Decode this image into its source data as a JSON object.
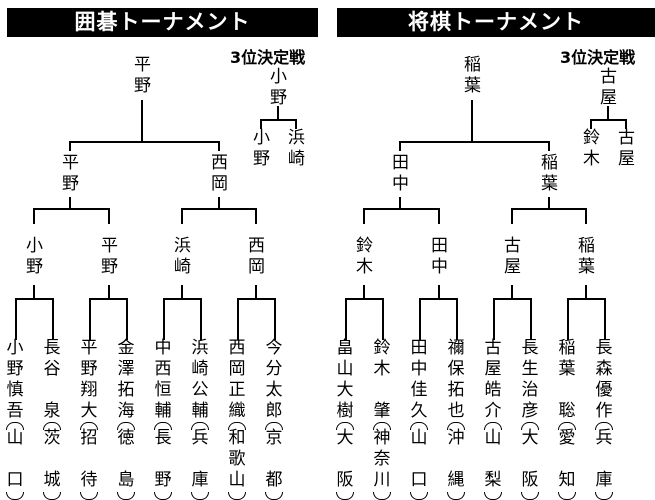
{
  "go": {
    "title": "囲碁トーナメント",
    "third_label": "3位決定戦",
    "champion": "平野",
    "third_winner": "小野",
    "third_players": [
      "小野",
      "浜崎"
    ],
    "semis": [
      "平野",
      "西岡"
    ],
    "quarters": [
      "小野",
      "平野",
      "浜崎",
      "西岡"
    ],
    "players": [
      {
        "name": "小野慎吾",
        "pref": [
          "山",
          "",
          "口"
        ]
      },
      {
        "name": "長谷　泉",
        "pref": [
          "茨",
          "",
          "城"
        ]
      },
      {
        "name": "平野翔大",
        "pref": [
          "招",
          "",
          "待"
        ]
      },
      {
        "name": "金澤拓海",
        "pref": [
          "徳",
          "",
          "島"
        ]
      },
      {
        "name": "中西恒輔",
        "pref": [
          "長",
          "",
          "野"
        ]
      },
      {
        "name": "浜崎公輔",
        "pref": [
          "兵",
          "",
          "庫"
        ]
      },
      {
        "name": "西岡正織",
        "pref": [
          "和",
          "歌",
          "山"
        ]
      },
      {
        "name": "今分太郎",
        "pref": [
          "京",
          "",
          "都"
        ]
      }
    ]
  },
  "shogi": {
    "title": "将棋トーナメント",
    "third_label": "3位決定戦",
    "champion": "稲葉",
    "third_winner": "古屋",
    "third_players": [
      "鈴木",
      "古屋"
    ],
    "semis": [
      "田中",
      "稲葉"
    ],
    "quarters": [
      "鈴木",
      "田中",
      "古屋",
      "稲葉"
    ],
    "players": [
      {
        "name": "畠山大樹",
        "pref": [
          "大",
          "",
          "阪"
        ]
      },
      {
        "name": "鈴木　肇",
        "pref": [
          "神",
          "奈",
          "川"
        ]
      },
      {
        "name": "田中佳久",
        "pref": [
          "山",
          "",
          "口"
        ]
      },
      {
        "name": "禰保拓也",
        "pref": [
          "沖",
          "",
          "縄"
        ]
      },
      {
        "name": "古屋皓介",
        "pref": [
          "山",
          "",
          "梨"
        ]
      },
      {
        "name": "長生治彦",
        "pref": [
          "大",
          "",
          "阪"
        ]
      },
      {
        "name": "稲葉　聡",
        "pref": [
          "愛",
          "",
          "知"
        ]
      },
      {
        "name": "長森優作",
        "pref": [
          "兵",
          "",
          "庫"
        ]
      }
    ]
  }
}
